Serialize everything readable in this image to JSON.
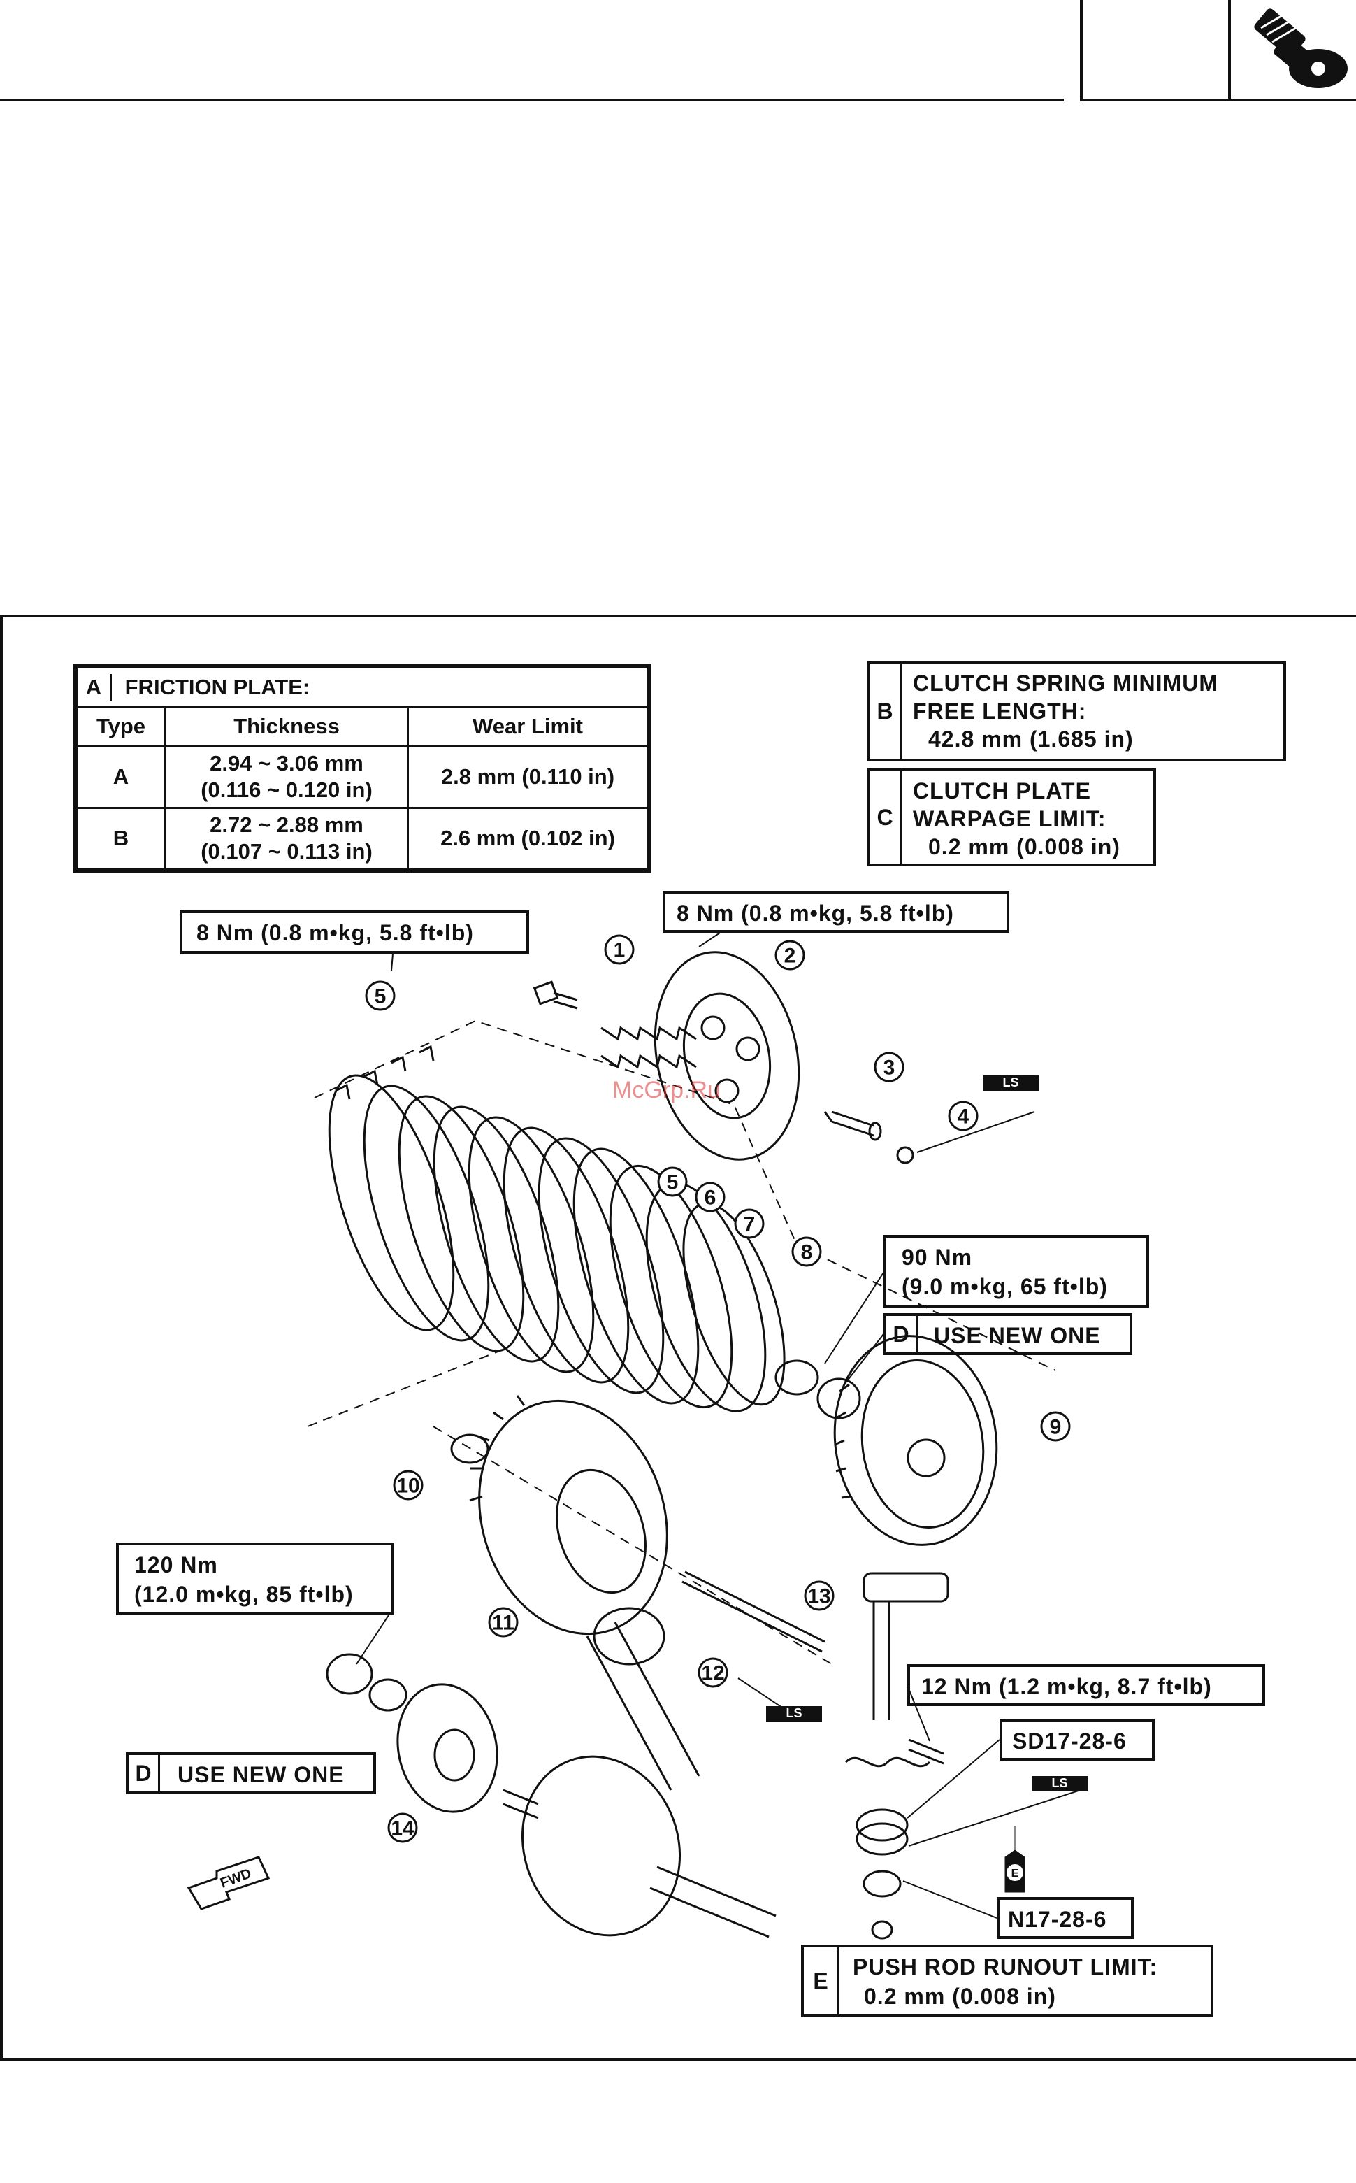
{
  "header": {
    "icon": "clutch-wrench-icon"
  },
  "friction_plate_table": {
    "letter": "A",
    "title": "FRICTION PLATE:",
    "columns": [
      "Type",
      "Thickness",
      "Wear Limit"
    ],
    "rows": [
      {
        "type": "A",
        "thickness_mm": "2.94 ~ 3.06 mm",
        "thickness_in": "(0.116 ~ 0.120 in)",
        "wear_limit": "2.8 mm (0.110 in)"
      },
      {
        "type": "B",
        "thickness_mm": "2.72 ~ 2.88 mm",
        "thickness_in": "(0.107 ~ 0.113 in)",
        "wear_limit": "2.6 mm (0.102 in)"
      }
    ]
  },
  "spec_b": {
    "letter": "B",
    "lines": [
      "CLUTCH SPRING MINIMUM",
      "FREE LENGTH:",
      "42.8 mm (1.685 in)"
    ]
  },
  "spec_c": {
    "letter": "C",
    "lines": [
      "CLUTCH PLATE",
      "WARPAGE LIMIT:",
      "0.2 mm (0.008 in)"
    ]
  },
  "spec_d_upper": {
    "letter": "D",
    "text": "USE NEW ONE"
  },
  "spec_d_lower": {
    "letter": "D",
    "text": "USE NEW ONE"
  },
  "spec_e": {
    "letter": "E",
    "lines": [
      "PUSH ROD RUNOUT LIMIT:",
      "0.2 mm (0.008 in)"
    ]
  },
  "torque": {
    "t1": "8 Nm (0.8 m•kg, 5.8 ft•lb)",
    "t2": "8 Nm (0.8 m•kg, 5.8 ft•lb)",
    "t3_line1": "90 Nm",
    "t3_line2": "(9.0 m•kg, 65 ft•lb)",
    "t4_line1": "120 Nm",
    "t4_line2": "(12.0 m•kg, 85 ft•lb)",
    "t5": "12 Nm (1.2 m•kg, 8.7 ft•lb)"
  },
  "part_numbers": {
    "sd": "SD17-28-6",
    "n": "N17-28-6"
  },
  "callouts": [
    "1",
    "2",
    "3",
    "4",
    "5",
    "5",
    "6",
    "7",
    "8",
    "9",
    "10",
    "11",
    "12",
    "13",
    "14"
  ],
  "watermark": "McGrp.Ru",
  "fwd_label": "FWD",
  "lube_label": "LS",
  "e_symbol": "E"
}
